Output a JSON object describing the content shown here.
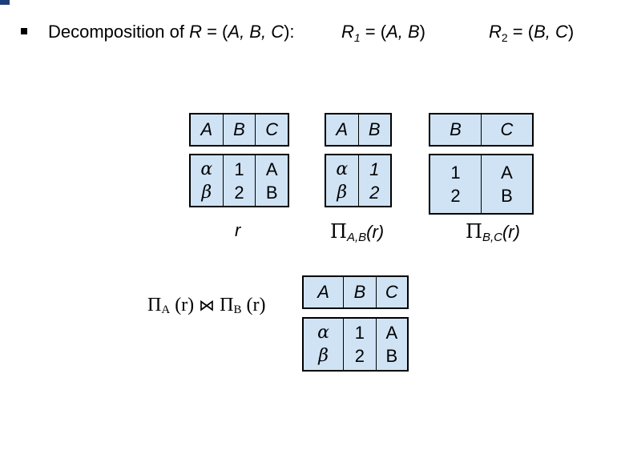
{
  "heading": {
    "prefix": "Decomposition of ",
    "rel_name": "R",
    "rel_attrs": " = (",
    "rel_list": "A, B, C",
    "rel_end": "):",
    "r1_name": "R",
    "r1_sub": "1",
    "r1_eq": " = (",
    "r1_list": "A, B",
    "r1_end": ")",
    "r2_name": "R",
    "r2_sub": "2",
    "r2_eq": " = (",
    "r2_list": "B, C",
    "r2_end": ")"
  },
  "tables": {
    "r": {
      "headers": [
        "A",
        "B",
        "C"
      ],
      "rows": [
        [
          "α",
          "1",
          "A"
        ],
        [
          "β",
          "2",
          "B"
        ]
      ],
      "caption": "r"
    },
    "proj_ab": {
      "headers": [
        "A",
        "B"
      ],
      "rows": [
        [
          "α",
          "1"
        ],
        [
          "β",
          "2"
        ]
      ],
      "caption_pi": "Π",
      "caption_sub": "A,B",
      "caption_arg": "(r)"
    },
    "proj_bc": {
      "headers": [
        "B",
        "C"
      ],
      "rows": [
        [
          "1",
          "A"
        ],
        [
          "2",
          "B"
        ]
      ],
      "caption_pi": "Π",
      "caption_sub": "B,C",
      "caption_arg": "(r)"
    },
    "join": {
      "headers": [
        "A",
        "B",
        "C"
      ],
      "rows": [
        [
          "α",
          "1",
          "A"
        ],
        [
          "β",
          "2",
          "B"
        ]
      ]
    }
  },
  "join_expression": {
    "pi1": "Π",
    "sub1": "A",
    "arg1": " (r) ",
    "op": "⋈",
    "pi2": " Π",
    "sub2": "B",
    "arg2": " (r)"
  }
}
